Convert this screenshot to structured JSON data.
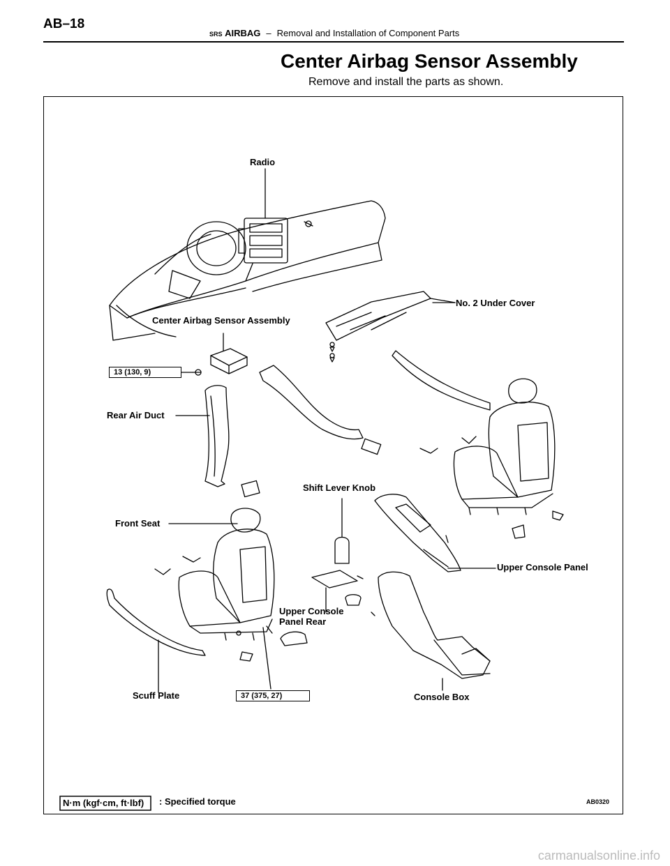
{
  "header": {
    "page_number": "AB–18",
    "srs": "SRS",
    "section": "AIRBAG",
    "dash": "–",
    "subsection": "Removal and Installation of Component Parts"
  },
  "title": "Center Airbag Sensor Assembly",
  "subtitle": "Remove and install the parts as shown.",
  "labels": {
    "radio": "Radio",
    "no2_under_cover": "No. 2 Under Cover",
    "center_airbag_sensor": "Center Airbag Sensor Assembly",
    "torque_13": "13 (130, 9)",
    "rear_air_duct": "Rear Air Duct",
    "shift_lever_knob": "Shift Lever Knob",
    "front_seat": "Front Seat",
    "upper_console_panel": "Upper Console Panel",
    "upper_console_panel_rear_1": "Upper Console",
    "upper_console_panel_rear_2": "Panel Rear",
    "scuff_plate": "Scuff Plate",
    "torque_37": "37 (375, 27)",
    "console_box": "Console Box"
  },
  "legend": {
    "unit_box": "N·m (kgf·cm, ft·lbf)",
    "desc": ": Specified torque"
  },
  "figure_code": "AB0320",
  "watermark": "carmanualsonline.info"
}
